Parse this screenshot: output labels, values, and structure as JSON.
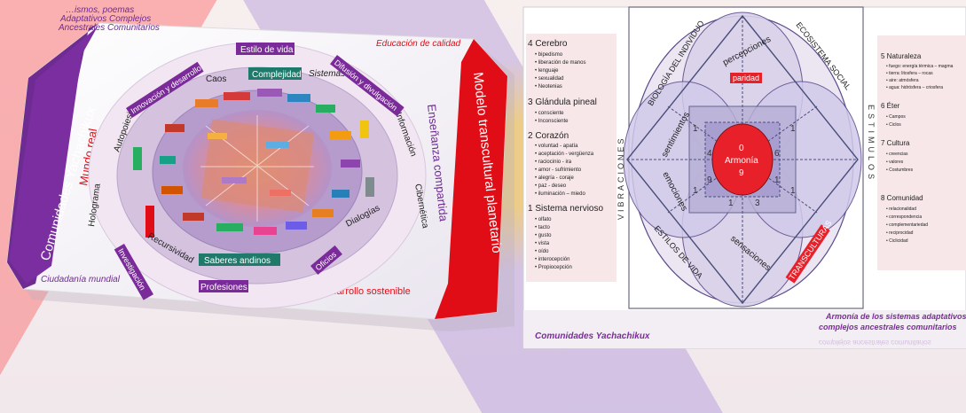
{
  "left_board": {
    "left_panel": "Comunidades Yachachikux",
    "right_panel": "Modelo transcultural planetario",
    "top_text": [
      "…ismos, poemas",
      "Adaptativos Complejos",
      "Ancestrales Comunitarios"
    ],
    "top_right": "Educación de calidad",
    "mundo_real": "Mundo real",
    "ensenanza": "Enseñanza compartida",
    "bottom_left": "Ciudadanía mundial",
    "bottom_right": "Desarrollo sostenible",
    "badges": {
      "estilo": "Estilo de vida",
      "complejidad": "Complejidad",
      "innovacion": "Innovación y desarrollo",
      "difusion": "Difusión y divulgación",
      "investigacion": "Investigación",
      "oficios": "Oficios",
      "saberes": "Saberes andinos",
      "profesiones": "Profesiones"
    },
    "ring_words": {
      "caos": "Caos",
      "sistemas": "Sistemas",
      "autopoiesis": "Autopoiesis",
      "informacion": "Información",
      "holograma": "Holograma",
      "cibernetica": "Cibernética",
      "recursividad": "Recursividad",
      "dialogias": "Dialogías"
    }
  },
  "right_board": {
    "left_list": {
      "s4": "4 Cerebro",
      "s4_items": [
        "bipedismo",
        "liberación de manos",
        "lenguaje",
        "sexualidad",
        "Neotenias"
      ],
      "s3": "3 Glándula pineal",
      "s3_items": [
        "consciente",
        "Inconsciente"
      ],
      "s2": "2 Corazón",
      "s2_items": [
        "voluntad - apatía",
        "aceptación - vergüenza",
        "raciocinio - ira",
        "amor - sufrimiento",
        "alegría - coraje",
        "paz - deseo",
        "iluminación – miedo"
      ],
      "s1": "1 Sistema nervioso",
      "s1_items": [
        "olfato",
        "tacto",
        "gusto",
        "vista",
        "oído",
        "interocepción",
        "Propiocepción"
      ]
    },
    "vibraciones": "VIBRACIONES",
    "estimulos": "ESTIMULOS",
    "right_list": {
      "s5": "5 Naturaleza",
      "s5_items": [
        "fuego: energía térmica – magma",
        "tierra: litosfera – rocas",
        "aire: atmósfera",
        "agua: hidrósfera – criosfera"
      ],
      "s6": "6 Éter",
      "s6_items": [
        "Campos",
        "Ciclos"
      ],
      "s7": "7 Cultura",
      "s7_items": [
        "creencias",
        "valores",
        "Costumbres"
      ],
      "s8": "8 Comunidad",
      "s8_items": [
        "relacionalidad",
        "correspondencia",
        "complementariedad",
        "reciprocidad",
        "Ciclicidad"
      ]
    },
    "diagram": {
      "biologia": "BIOLOGÍA DEL INDIVIDUO",
      "ecosistema": "ECOSISTEMA SOCIAL",
      "estilos": "ESTILOS DE VIDA",
      "transculturas": "TRANSCULTURAS",
      "percepciones": "percepciones",
      "paridad": "paridad",
      "sentimientos": "sentimientos",
      "emociones": "emociones",
      "sensaciones": "sensaciones",
      "center_num": "0",
      "center_label": "Armonía",
      "center_sub": "9"
    },
    "footer_left": "Comunidades Yachachikux",
    "footer_right_1": "Armonía de los sistemas adaptativos",
    "footer_right_2": "complejos ancestrales comunitarios"
  }
}
